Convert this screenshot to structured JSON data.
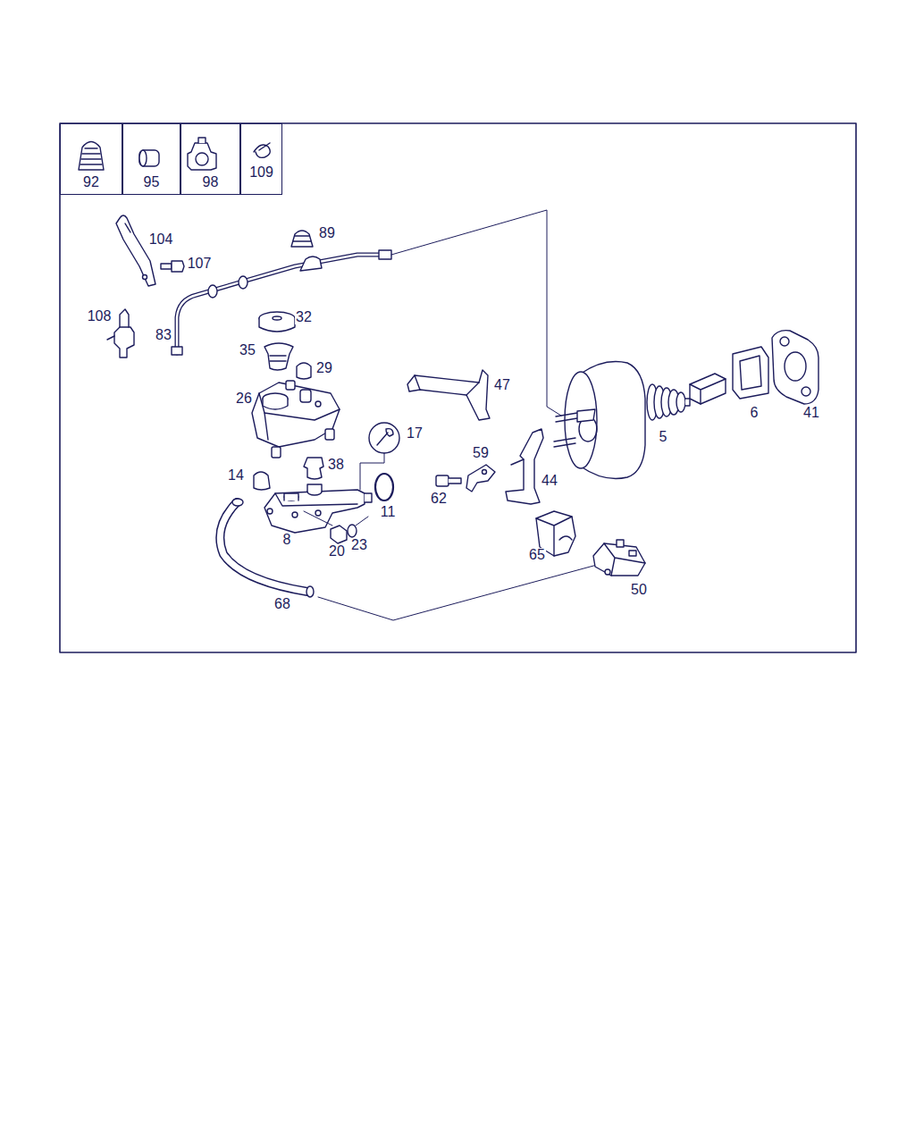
{
  "diagram": {
    "nodes": [
      {
        "text": [
          "92"
        ]
      },
      {
        "text": [
          "95"
        ]
      },
      {
        "text": [
          "98"
        ]
      },
      {
        "text": [
          "109"
        ]
      }
    ],
    "labels": [
      "104",
      "107",
      "108",
      "83",
      "89",
      "32",
      "35",
      "29",
      "26",
      "17",
      "47",
      "59",
      "62",
      "44",
      "14",
      "38",
      "11",
      "8",
      "20",
      "23",
      "68",
      "65",
      "50",
      "5",
      "6",
      "41"
    ]
  }
}
